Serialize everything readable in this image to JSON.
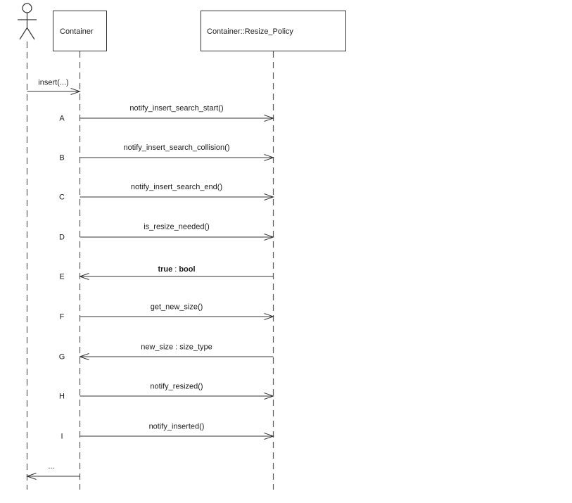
{
  "meta": {
    "diagram_type": "uml-sequence-diagram",
    "background_color": "#ffffff",
    "line_color": "#333333",
    "lifeline_color": "#5a5a5a",
    "text_color": "#1c1c1c"
  },
  "actor": {
    "icon": "stick-figure-actor-icon"
  },
  "participants": [
    {
      "label": "Container"
    },
    {
      "label": "Container::Resize_Policy"
    }
  ],
  "messages": [
    {
      "tag": "",
      "label": "insert(...)",
      "from": "actor",
      "to": "Container",
      "direction": "right"
    },
    {
      "tag": "A",
      "label": "notify_insert_search_start()",
      "from": "Container",
      "to": "Container::Resize_Policy",
      "direction": "right"
    },
    {
      "tag": "B",
      "label": "notify_insert_search_collision()",
      "from": "Container",
      "to": "Container::Resize_Policy",
      "direction": "right"
    },
    {
      "tag": "C",
      "label": "notify_insert_search_end()",
      "from": "Container",
      "to": "Container::Resize_Policy",
      "direction": "right"
    },
    {
      "tag": "D",
      "label": "is_resize_needed()",
      "from": "Container",
      "to": "Container::Resize_Policy",
      "direction": "right"
    },
    {
      "tag": "E",
      "label_value": "true",
      "label_colon": ":",
      "label_type": "bool",
      "from": "Container::Resize_Policy",
      "to": "Container",
      "direction": "left"
    },
    {
      "tag": "F",
      "label": "get_new_size()",
      "from": "Container",
      "to": "Container::Resize_Policy",
      "direction": "right"
    },
    {
      "tag": "G",
      "label": "new_size : size_type",
      "from": "Container::Resize_Policy",
      "to": "Container",
      "direction": "left"
    },
    {
      "tag": "H",
      "label": "notify_resized()",
      "from": "Container",
      "to": "Container::Resize_Policy",
      "direction": "right"
    },
    {
      "tag": "I",
      "label": "notify_inserted()",
      "from": "Container",
      "to": "Container::Resize_Policy",
      "direction": "right"
    },
    {
      "tag": "",
      "label": "...",
      "from": "Container",
      "to": "actor",
      "direction": "left"
    }
  ]
}
